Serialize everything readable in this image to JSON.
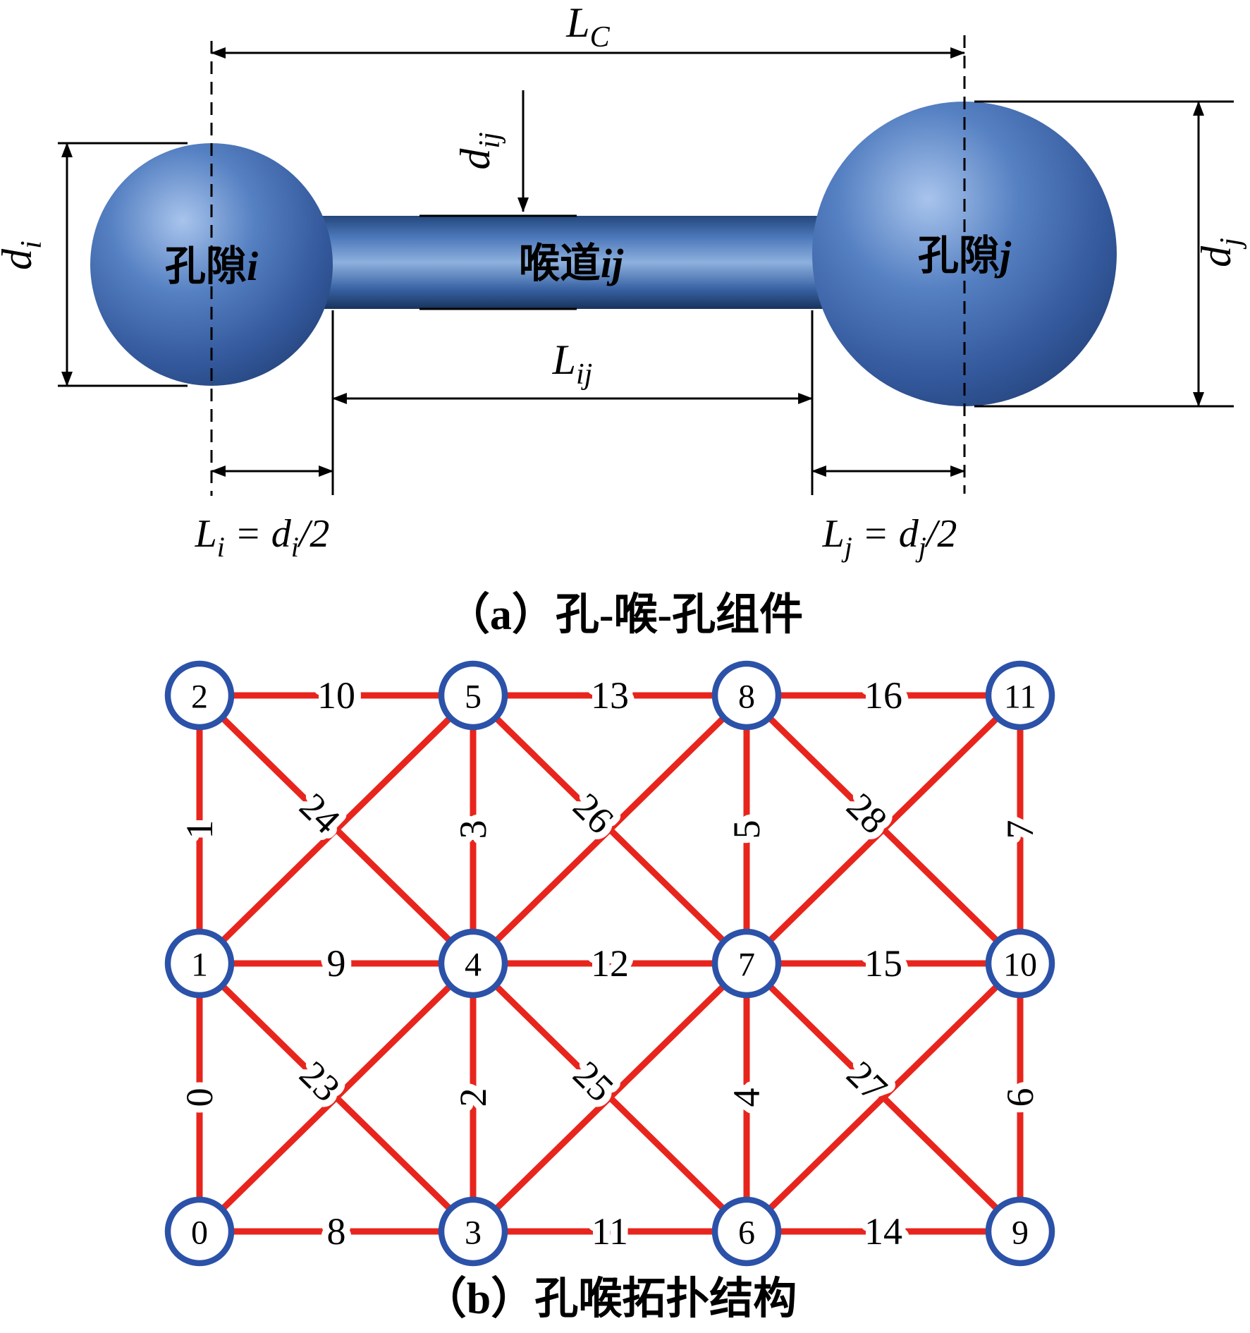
{
  "colors": {
    "sphere_blue": "#3a67b0",
    "dimension_black": "#000000",
    "edge_red": "#e8251d",
    "node_stroke_blue": "#2b52a8",
    "node_fill": "#ffffff"
  },
  "part_a": {
    "caption": "（a）孔-喉-孔组件",
    "labels": {
      "pore_i_cn": "孔隙",
      "pore_i_it": "i",
      "throat_cn": "喉道",
      "throat_it": "ij",
      "pore_j_cn": "孔隙",
      "pore_j_it": "j"
    },
    "dims": {
      "lc": {
        "base": "L",
        "sub": "C"
      },
      "dij": {
        "base": "d",
        "sub": "ij"
      },
      "di": {
        "base": "d",
        "sub": "i"
      },
      "dj": {
        "base": "d",
        "sub": "j"
      },
      "lij": {
        "base": "L",
        "sub": "ij"
      }
    },
    "li_formula": {
      "l": "L",
      "l_sub": "i",
      "eq": " = ",
      "d": "d",
      "d_sub": "i",
      "rest": "/2"
    },
    "lj_formula": {
      "l": "L",
      "l_sub": "j",
      "eq": " = ",
      "d": "d",
      "d_sub": "j",
      "rest": "/2"
    }
  },
  "part_b": {
    "caption": "（b）孔喉拓扑结构",
    "nodes": [
      {
        "id": 0,
        "col": 0,
        "row": 2
      },
      {
        "id": 1,
        "col": 0,
        "row": 1
      },
      {
        "id": 2,
        "col": 0,
        "row": 0
      },
      {
        "id": 3,
        "col": 1,
        "row": 2
      },
      {
        "id": 4,
        "col": 1,
        "row": 1
      },
      {
        "id": 5,
        "col": 1,
        "row": 0
      },
      {
        "id": 6,
        "col": 2,
        "row": 2
      },
      {
        "id": 7,
        "col": 2,
        "row": 1
      },
      {
        "id": 8,
        "col": 2,
        "row": 0
      },
      {
        "id": 9,
        "col": 3,
        "row": 2
      },
      {
        "id": 10,
        "col": 3,
        "row": 1
      },
      {
        "id": 11,
        "col": 3,
        "row": 0
      }
    ],
    "edges": [
      {
        "from": 0,
        "to": 1,
        "label": "0",
        "orient": "v"
      },
      {
        "from": 1,
        "to": 2,
        "label": "1",
        "orient": "v"
      },
      {
        "from": 3,
        "to": 4,
        "label": "2",
        "orient": "v"
      },
      {
        "from": 4,
        "to": 5,
        "label": "3",
        "orient": "v"
      },
      {
        "from": 6,
        "to": 7,
        "label": "4",
        "orient": "v"
      },
      {
        "from": 7,
        "to": 8,
        "label": "5",
        "orient": "v"
      },
      {
        "from": 9,
        "to": 10,
        "label": "6",
        "orient": "v"
      },
      {
        "from": 10,
        "to": 11,
        "label": "7",
        "orient": "v"
      },
      {
        "from": 0,
        "to": 3,
        "label": "8",
        "orient": "h"
      },
      {
        "from": 1,
        "to": 4,
        "label": "9",
        "orient": "h"
      },
      {
        "from": 2,
        "to": 5,
        "label": "10",
        "orient": "h"
      },
      {
        "from": 3,
        "to": 6,
        "label": "11",
        "orient": "h"
      },
      {
        "from": 4,
        "to": 7,
        "label": "12",
        "orient": "h"
      },
      {
        "from": 5,
        "to": 8,
        "label": "13",
        "orient": "h"
      },
      {
        "from": 6,
        "to": 9,
        "label": "14",
        "orient": "h"
      },
      {
        "from": 7,
        "to": 10,
        "label": "15",
        "orient": "h"
      },
      {
        "from": 8,
        "to": 11,
        "label": "16",
        "orient": "h"
      },
      {
        "from": 1,
        "to": 3,
        "label": "23",
        "orient": "d"
      },
      {
        "from": 0,
        "to": 4,
        "label": "",
        "orient": "d"
      },
      {
        "from": 2,
        "to": 4,
        "label": "24",
        "orient": "d"
      },
      {
        "from": 1,
        "to": 5,
        "label": "",
        "orient": "d"
      },
      {
        "from": 4,
        "to": 6,
        "label": "25",
        "orient": "d"
      },
      {
        "from": 3,
        "to": 7,
        "label": "",
        "orient": "d"
      },
      {
        "from": 5,
        "to": 7,
        "label": "26",
        "orient": "d"
      },
      {
        "from": 4,
        "to": 8,
        "label": "",
        "orient": "d"
      },
      {
        "from": 7,
        "to": 9,
        "label": "27",
        "orient": "d"
      },
      {
        "from": 6,
        "to": 10,
        "label": "",
        "orient": "d"
      },
      {
        "from": 8,
        "to": 10,
        "label": "28",
        "orient": "d"
      },
      {
        "from": 7,
        "to": 11,
        "label": "",
        "orient": "d"
      }
    ]
  }
}
